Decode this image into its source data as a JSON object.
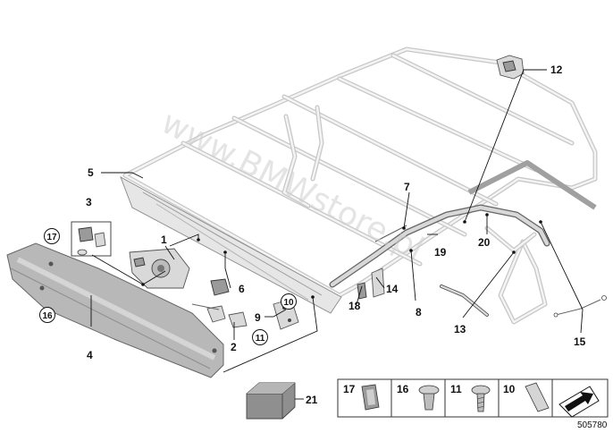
{
  "watermark": "www.BMWstore.pl",
  "diagram_number": "505780",
  "callouts": {
    "c1": "1",
    "c2": "2",
    "c3": "3",
    "c4": "4",
    "c5": "5",
    "c6": "6",
    "c7": "7",
    "c8": "8",
    "c9": "9",
    "c10": "10",
    "c11": "11",
    "c12": "12",
    "c13": "13",
    "c14": "14",
    "c15": "15",
    "c16": "16",
    "c17": "17",
    "c18": "18",
    "c19": "19",
    "c20": "20",
    "c21": "21"
  },
  "legend": {
    "items": [
      {
        "number": "17",
        "icon": "clip-icon"
      },
      {
        "number": "16",
        "icon": "expanding-rivet-icon"
      },
      {
        "number": "11",
        "icon": "screw-icon"
      },
      {
        "number": "10",
        "icon": "pad-icon"
      }
    ],
    "arrow_icon": "direction-arrow-icon"
  },
  "colors": {
    "frame": "#c8c8c8",
    "parts": "#d9d9d9",
    "watermark": "#cfcfcf"
  }
}
